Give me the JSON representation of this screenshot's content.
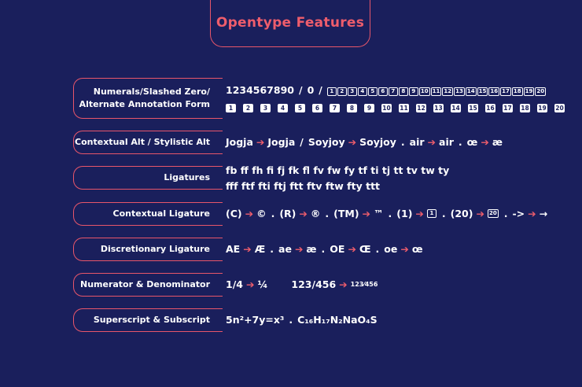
{
  "title": "Opentype Features",
  "colors": {
    "background": "#1a1f5c",
    "accent": "#ee5d6c",
    "text": "#ffffff"
  },
  "rows": [
    {
      "label_lines": [
        "Numerals/Slashed Zero/",
        "Alternate Annotation Form"
      ],
      "numerals": "1234567890",
      "slash": "/",
      "slashed_zero": "0",
      "boxed_numbers": [
        "1",
        "2",
        "3",
        "4",
        "5",
        "6",
        "7",
        "8",
        "9",
        "10",
        "11",
        "12",
        "13",
        "14",
        "15",
        "16",
        "17",
        "18",
        "19",
        "20"
      ],
      "filled_numbers": [
        "1",
        "2",
        "3",
        "4",
        "5",
        "6",
        "7",
        "8",
        "9",
        "10",
        "11",
        "12",
        "13",
        "14",
        "15",
        "16",
        "17",
        "18",
        "19",
        "20"
      ]
    },
    {
      "label": "Contextual Alt / Stylistic Alt",
      "items": [
        "Jogja",
        "Jogja",
        "/",
        "Soyjoy",
        "Soyjoy",
        ".",
        "air",
        "air",
        ".",
        "œ",
        "æ"
      ]
    },
    {
      "label": "Ligatures",
      "line1": "fb ff fh fi fj fk fl fv fw fy tf ti tj tt tv tw ty",
      "line2": "fff ftf fti ftj ftt ftv ftw fty ttt"
    },
    {
      "label": "Contextual Ligature",
      "items": [
        "(C)",
        "©",
        ".",
        "(R)",
        "®",
        ".",
        "(TM)",
        "™",
        ".",
        "(1)",
        "1",
        ".",
        "(20)",
        "20",
        ".",
        "->",
        "→"
      ]
    },
    {
      "label": "Discretionary Ligature",
      "items": [
        "AE",
        "Æ",
        ".",
        "ae",
        "æ",
        ".",
        "OE",
        "Œ",
        ".",
        "oe",
        "œ"
      ]
    },
    {
      "label": "Numerator & Denominator",
      "items": [
        "1/4",
        "¼",
        "123/456",
        "123⁄456"
      ]
    },
    {
      "label": "Superscript & Subscript",
      "sup_text": "5n²+7y=x³",
      "sub_text": "C₁₆H₁₇N₂NaO₄S"
    }
  ]
}
